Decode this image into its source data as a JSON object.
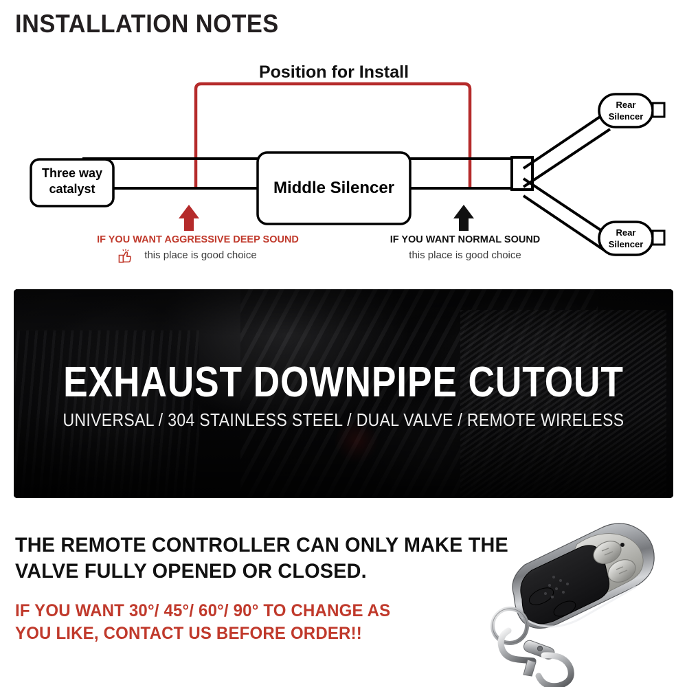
{
  "page": {
    "title": "INSTALLATION NOTES",
    "background": "#ffffff",
    "accent_red": "#c0392b",
    "ink": "#111111"
  },
  "diagram": {
    "caption": "Position for Install",
    "bracket_color": "#b52b2b",
    "boxes": {
      "catalyst": {
        "line1": "Three way",
        "line2": "catalyst"
      },
      "middle_silencer": {
        "label": "Middle Silencer"
      },
      "rear_silencer_top": {
        "line1": "Rear",
        "line2": "Silencer"
      },
      "rear_silencer_bottom": {
        "line1": "Rear",
        "line2": "Silencer"
      }
    },
    "annotations": [
      {
        "id": "aggressive",
        "arrow_color": "#b52b2b",
        "headline": "IF YOU WANT AGGRESSIVE DEEP SOUND",
        "subline": "this place is good choice",
        "icon": "thumbs-up-icon",
        "headline_color": "#c0392b",
        "subline_color": "#3b3b3b"
      },
      {
        "id": "normal",
        "arrow_color": "#111111",
        "headline": "IF YOU WANT NORMAL SOUND",
        "subline": "this place is good choice",
        "icon": null,
        "headline_color": "#111111",
        "subline_color": "#3b3b3b"
      }
    ]
  },
  "hero": {
    "headline": "EXHAUST DOWNPIPE CUTOUT",
    "subline": "UNIVERSAL / 304 STAINLESS STEEL / DUAL VALVE / REMOTE WIRELESS",
    "background": "dark-engine-bay-photo"
  },
  "notes": {
    "black_line1": "THE REMOTE CONTROLLER CAN ONLY MAKE THE",
    "black_line2": "VALVE FULLY OPENED OR CLOSED.",
    "red_line1": "IF YOU WANT 30°/ 45°/ 60°/ 90° TO CHANGE AS",
    "red_line2": "YOU LIKE, CONTACT US BEFORE ORDER!!"
  },
  "remote": {
    "name": "wireless-key-fob",
    "buttons": 2,
    "has_keyring": true,
    "has_clasp": true
  }
}
